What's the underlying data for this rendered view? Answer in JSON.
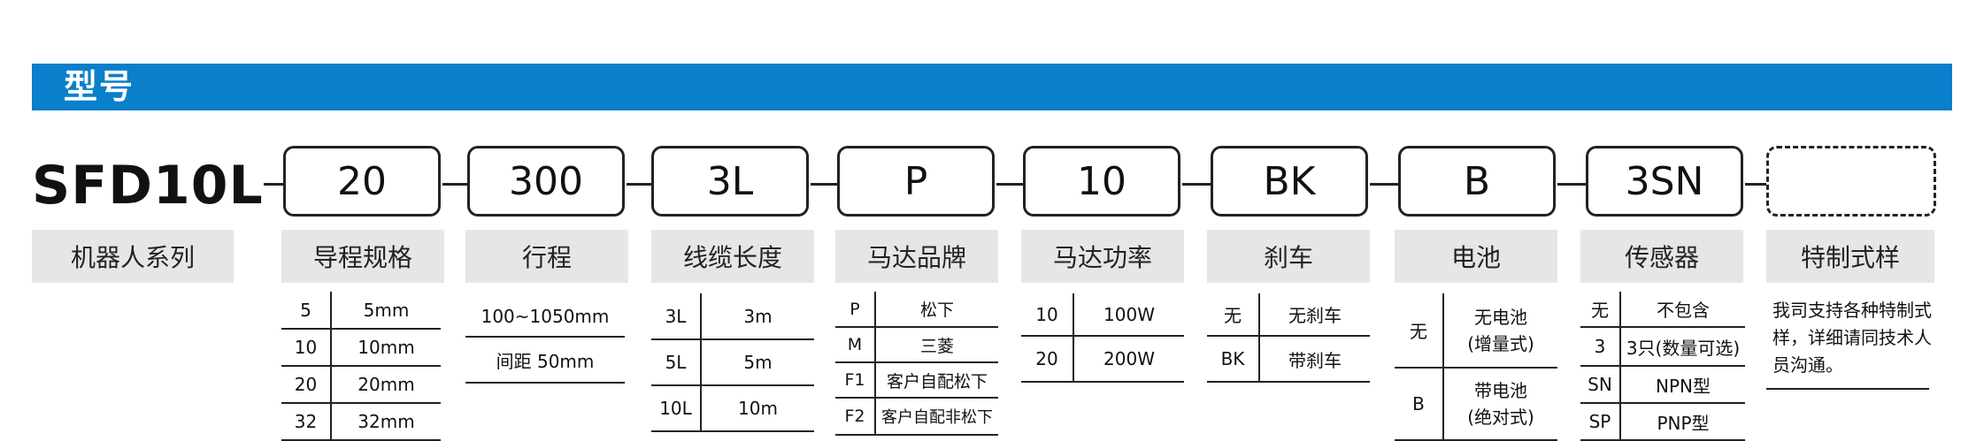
{
  "header": {
    "title": "型号"
  },
  "model": {
    "prefix": "SFD10L",
    "prefix_label": "机器人系列",
    "codes": [
      "20",
      "300",
      "3L",
      "P",
      "10",
      "BK",
      "B",
      "3SN",
      ""
    ],
    "labels": [
      "导程规格",
      "行程",
      "线缆长度",
      "马达品牌",
      "马达功率",
      "刹车",
      "电池",
      "传感器",
      "特制式样"
    ]
  },
  "lead": [
    [
      "5",
      "5mm"
    ],
    [
      "10",
      "10mm"
    ],
    [
      "20",
      "20mm"
    ],
    [
      "32",
      "32mm"
    ]
  ],
  "stroke": [
    "100~1050mm",
    "间距 50mm"
  ],
  "cable": [
    [
      "3L",
      "3m"
    ],
    [
      "5L",
      "5m"
    ],
    [
      "10L",
      "10m"
    ]
  ],
  "motor_brand": [
    [
      "P",
      "松下"
    ],
    [
      "M",
      "三菱"
    ],
    [
      "F1",
      "客户自配松下"
    ],
    [
      "F2",
      "客户自配非松下"
    ]
  ],
  "motor_power": [
    [
      "10",
      "100W"
    ],
    [
      "20",
      "200W"
    ]
  ],
  "brake": [
    [
      "无",
      "无刹车"
    ],
    [
      "BK",
      "带刹车"
    ]
  ],
  "battery": [
    {
      "code": "无",
      "line1": "无电池",
      "line2": "(增量式)"
    },
    {
      "code": "B",
      "line1": "带电池",
      "line2": "(绝对式)"
    }
  ],
  "sensor": [
    [
      "无",
      "不包含"
    ],
    [
      "3",
      "3只(数量可选)"
    ],
    [
      "SN",
      "NPN型"
    ],
    [
      "SP",
      "PNP型"
    ]
  ],
  "special": {
    "note": "我司支持各种特制式样，详细请同技术人员沟通。"
  }
}
